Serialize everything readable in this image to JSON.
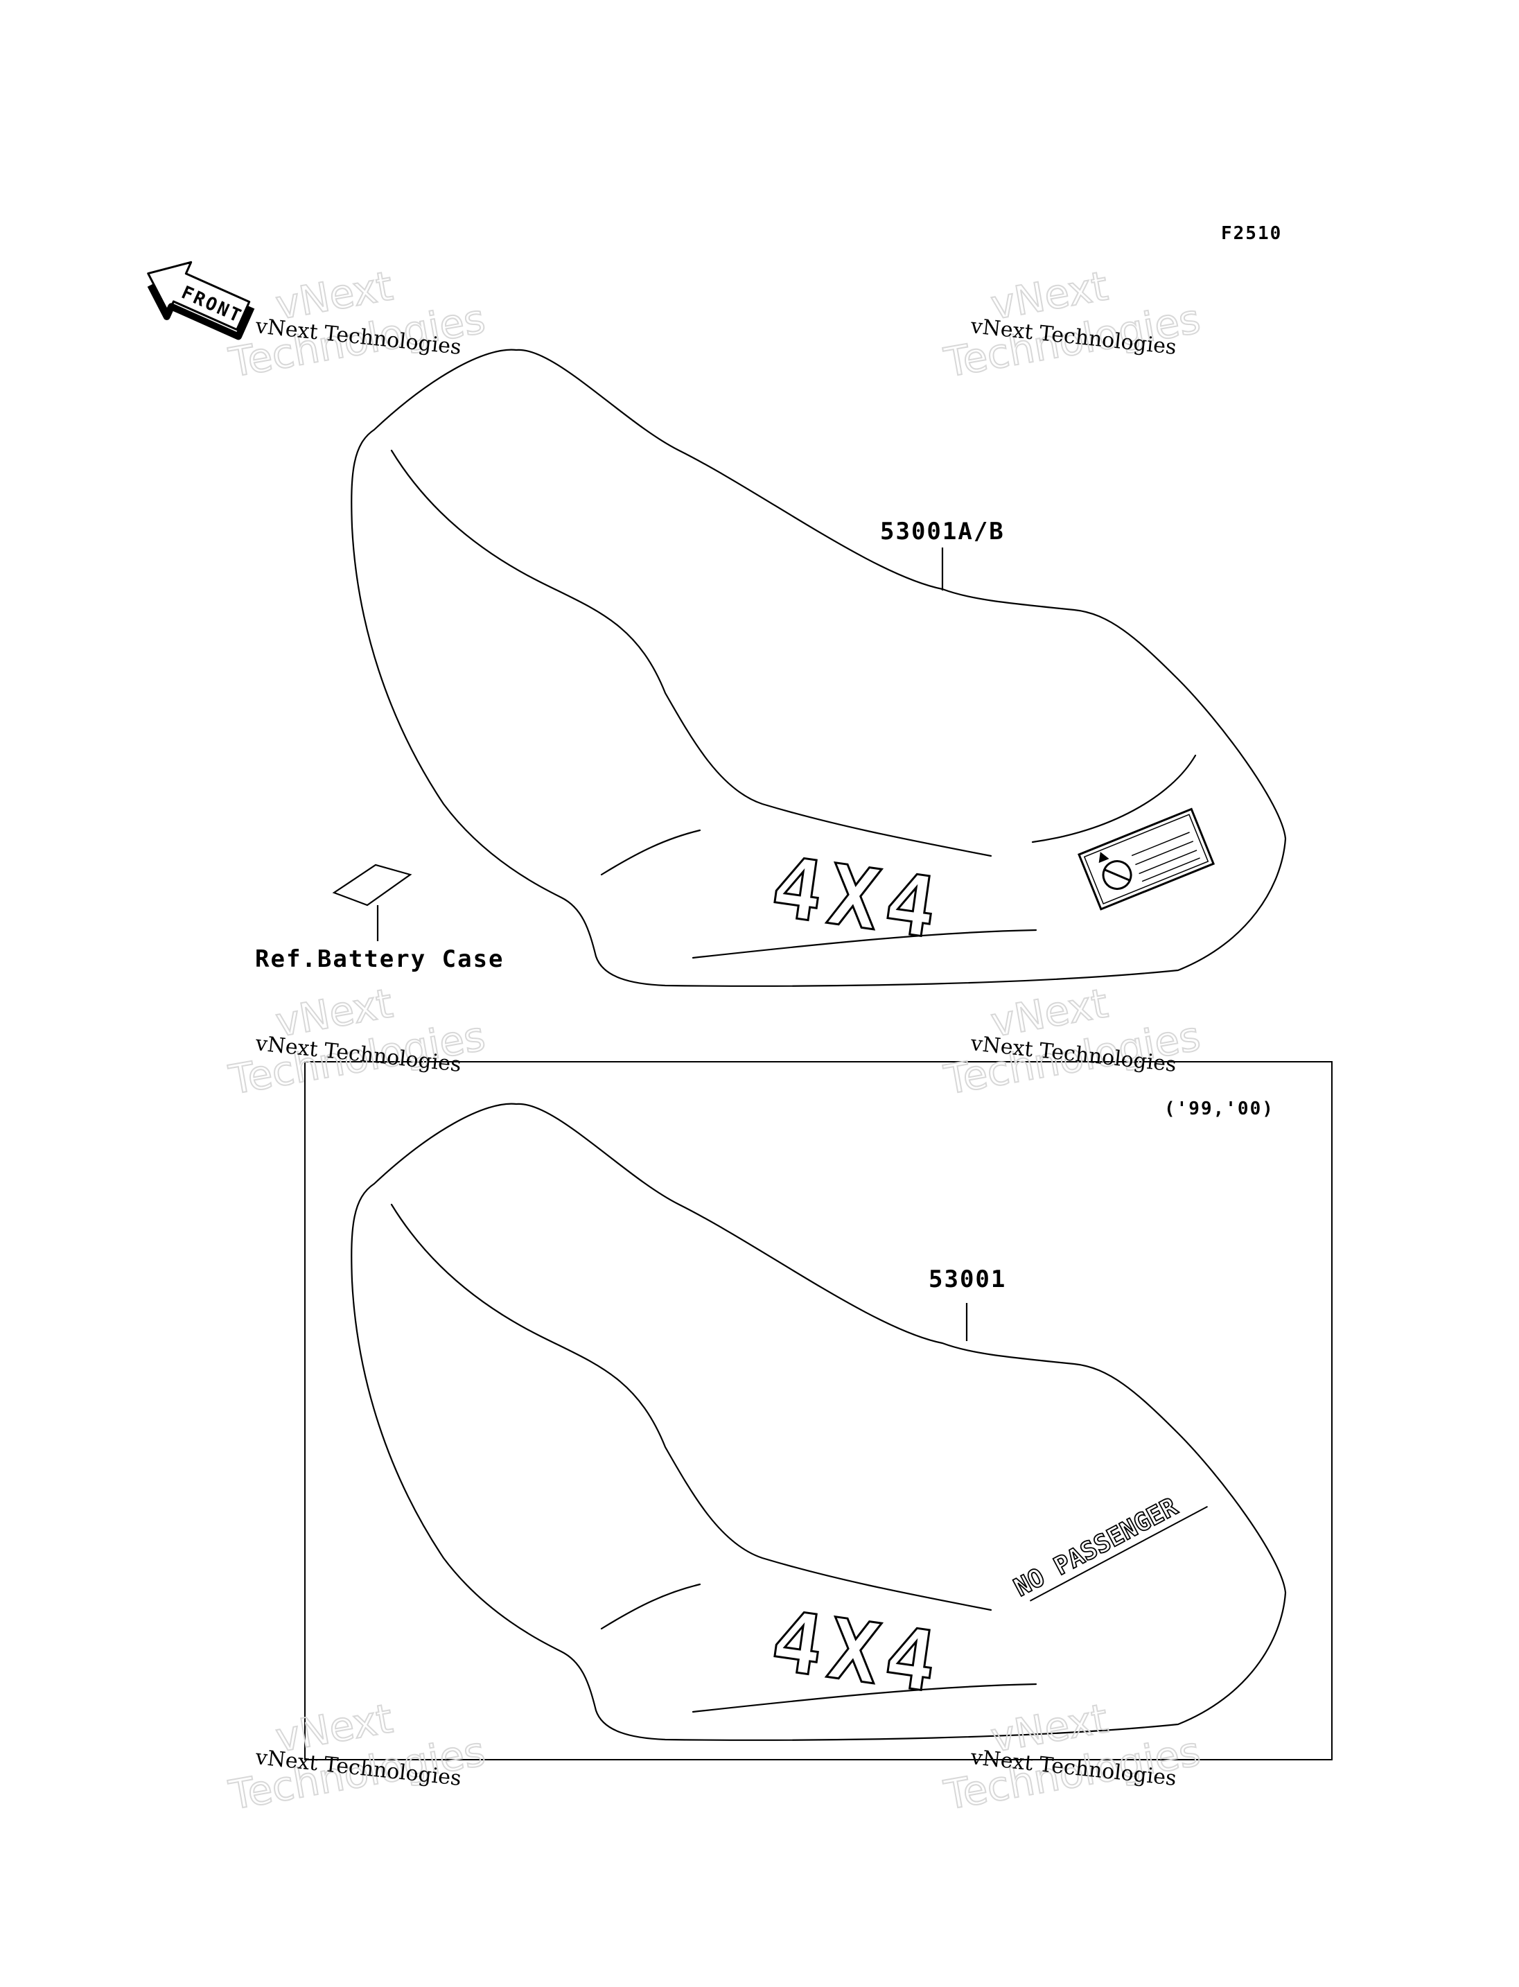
{
  "figure_code": "F2510",
  "front_indicator": {
    "label": "FRONT",
    "icon": "front-arrow-icon"
  },
  "upper_seat": {
    "part_label": "53001A/B",
    "decal_text": "4X4"
  },
  "battery_case": {
    "label": "Ref.Battery Case"
  },
  "lower_seat": {
    "part_label": "53001",
    "year_note": "('99,'00)",
    "decal_text": "4X4",
    "sticker_text": "NO PASSENGER"
  },
  "watermark": {
    "line1": "vNext Technologies",
    "line2": "vNext",
    "line3": "Technologies"
  }
}
